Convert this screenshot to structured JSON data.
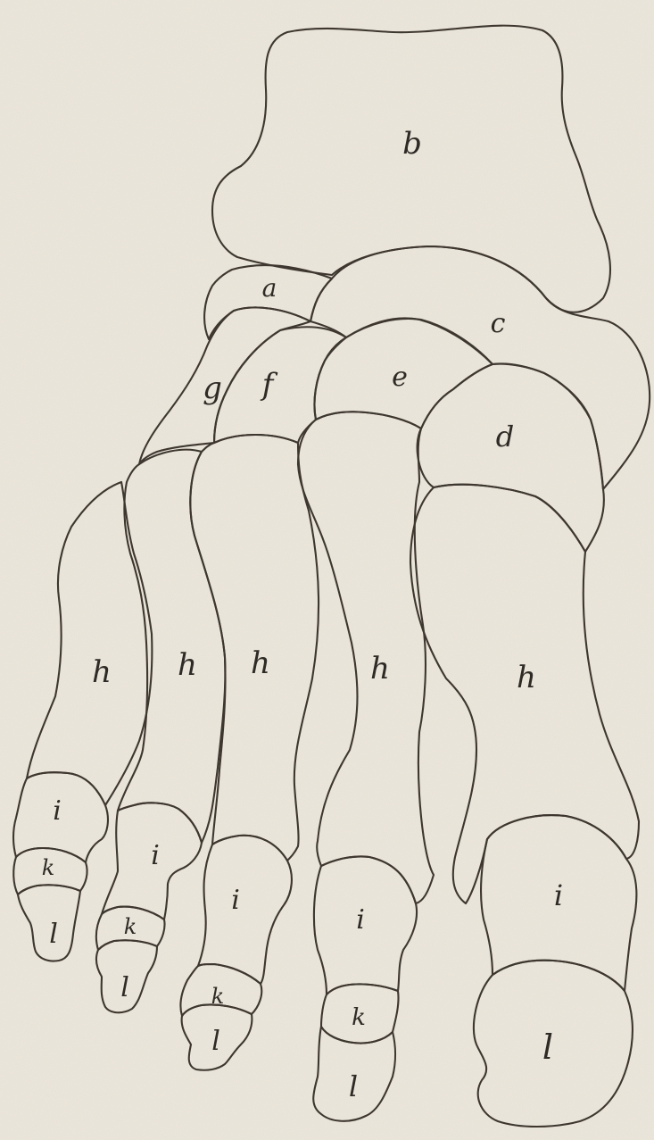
{
  "diagram": {
    "colors": {
      "paper": "#ece7dc",
      "ink": "#3d3730"
    },
    "bones": {
      "talus": "b",
      "navicular": "c",
      "medial_cuneiform": "d",
      "intermediate_cuneiform": "e",
      "lateral_cuneiform": "f",
      "cuboid": "g",
      "calcaneus_fragment": "a",
      "metatarsal": "h",
      "proximal_phalanx": "i",
      "middle_phalanx": "k",
      "distal_phalanx": "l"
    }
  }
}
